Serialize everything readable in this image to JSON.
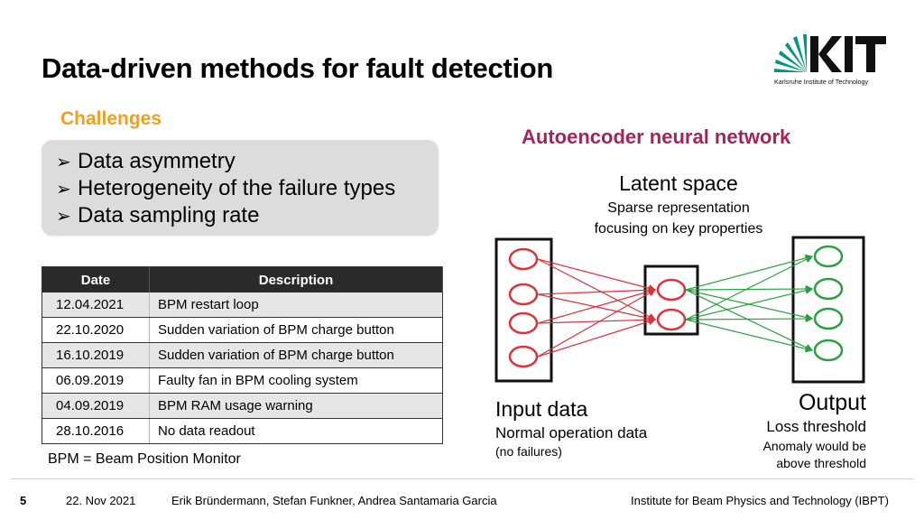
{
  "slide": {
    "title": "Data-driven methods for fault detection"
  },
  "logo": {
    "text": "KIT",
    "subtitle": "Karlsruhe Institute of Technology",
    "color": "#009682"
  },
  "challenges": {
    "heading": "Challenges",
    "items": [
      "Data asymmetry",
      "Heterogeneity of the failure types",
      "Data sampling rate"
    ]
  },
  "table": {
    "headers": [
      "Date",
      "Description"
    ],
    "rows": [
      [
        "12.04.2021",
        "BPM restart loop"
      ],
      [
        "22.10.2020",
        "Sudden variation of BPM charge button"
      ],
      [
        "16.10.2019",
        "Sudden variation of BPM charge button"
      ],
      [
        "06.09.2019",
        "Faulty fan in BPM cooling system"
      ],
      [
        "04.09.2019",
        "BPM RAM usage warning"
      ],
      [
        "28.10.2016",
        "No data readout"
      ]
    ]
  },
  "bpm_note": "BPM = Beam Position Monitor",
  "autoencoder": {
    "heading": "Autoencoder neural network",
    "latent_title": "Latent space",
    "latent_line1": "Sparse representation",
    "latent_line2": "focusing on key properties",
    "input_title": "Input data",
    "input_sub": "Normal operation data",
    "input_sub2": "(no failures)",
    "output_title": "Output",
    "output_sub": "Loss threshold",
    "output_sub2_line1": "Anomaly would be",
    "output_sub2_line2": "above threshold",
    "colors": {
      "input": "#e0303a",
      "output": "#28a040"
    }
  },
  "footer": {
    "page": "5",
    "date": "22. Nov 2021",
    "authors": "Erik Bründermann, Stefan Funkner, Andrea Santamaria Garcia",
    "institute": "Institute for Beam Physics and Technology (IBPT)"
  }
}
